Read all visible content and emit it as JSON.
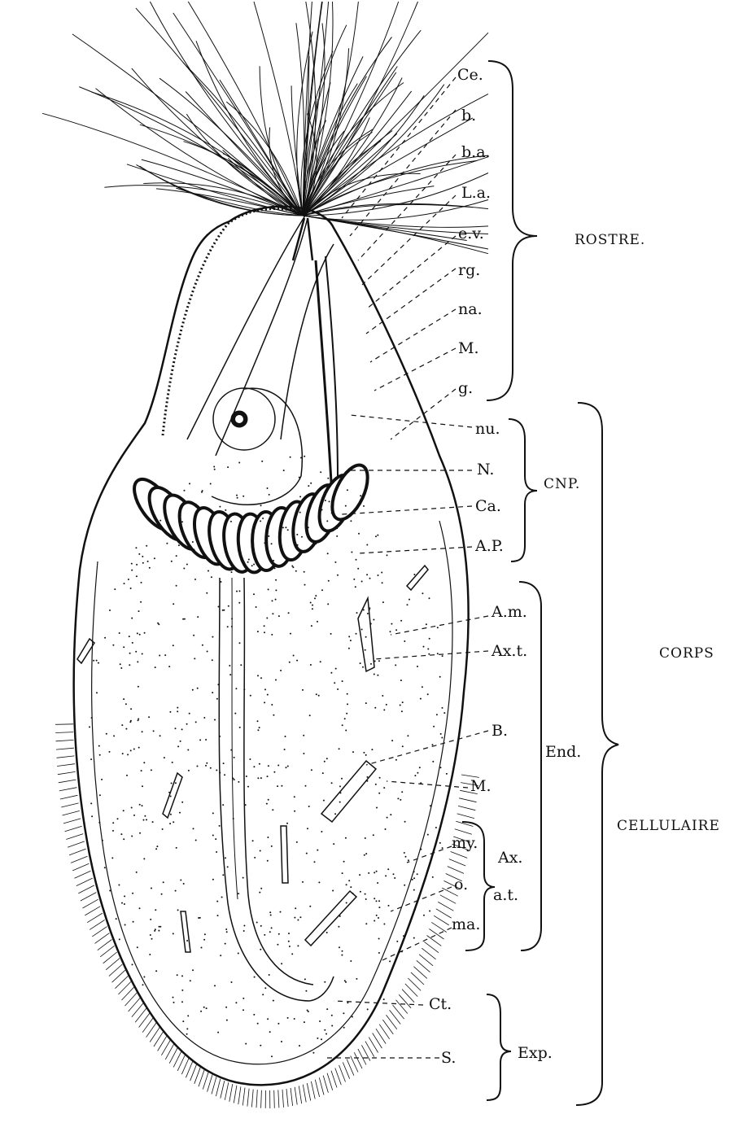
{
  "labels": {
    "ce": "Ce.",
    "b": "b.",
    "ba": "b.a.",
    "la": "L.a.",
    "ev": "e.v.",
    "rg": "rg.",
    "na": "na.",
    "m1": "M.",
    "g": "g.",
    "nu": "nu.",
    "n": "N.",
    "ca": "Ca.",
    "ap": "A.P.",
    "am": "A.m.",
    "axt": "Ax.t.",
    "b2": "B.",
    "m2": "M.",
    "my": "my.",
    "o": "o.",
    "ma": "ma.",
    "ct": "Ct.",
    "s": "S."
  },
  "groups": {
    "rostre": "ROSTRE.",
    "cnp": "CNP.",
    "end": "End.",
    "ax": "Ax.",
    "at": "a.t.",
    "exp": "Exp.",
    "corps": "CORPS",
    "cellulaire": "CELLULAIRE"
  },
  "colors": {
    "ink": "#111111",
    "paper": "#ffffff"
  }
}
